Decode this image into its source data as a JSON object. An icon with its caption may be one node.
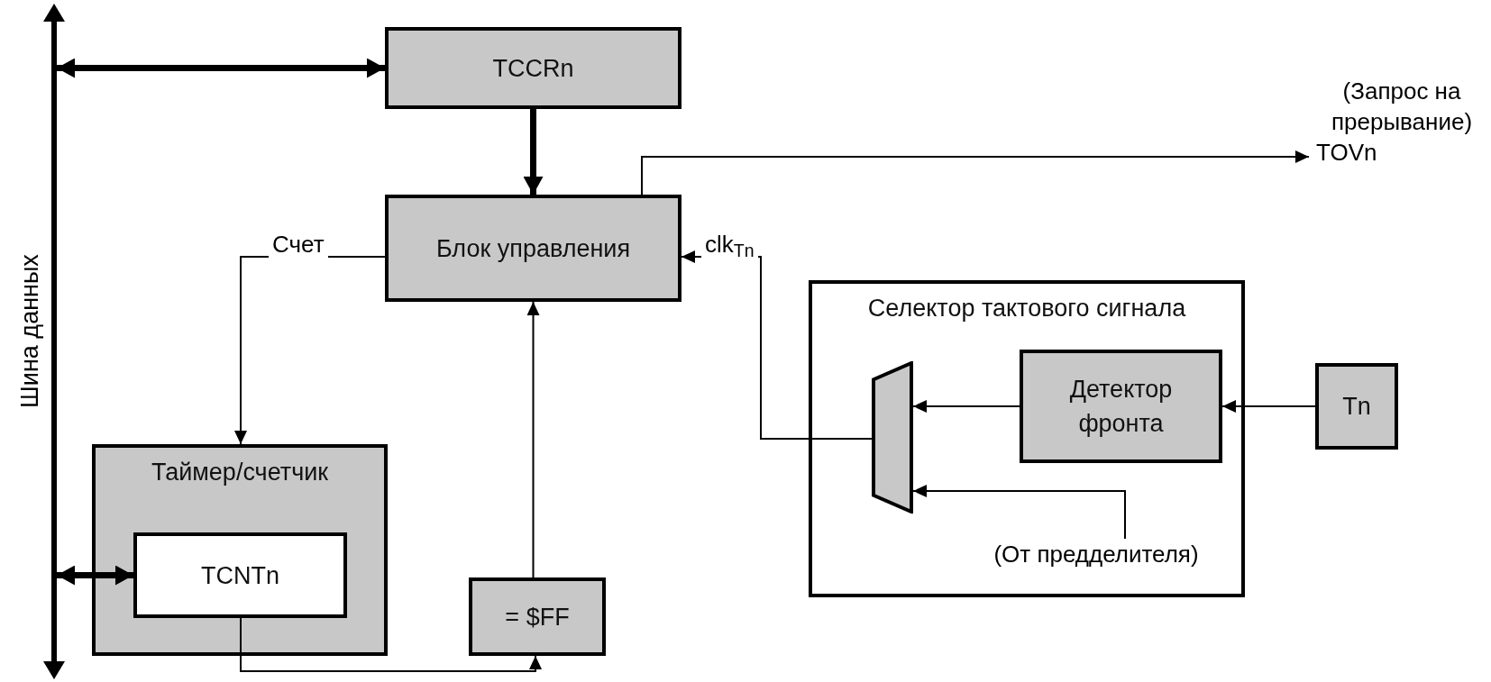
{
  "diagram": {
    "nodes": [
      {
        "text": [],
        "shape": "bar",
        "beside": [
          "Шина данных"
        ]
      },
      {
        "text": [
          "TCCRn"
        ]
      },
      {
        "text": [
          "Блок управления"
        ]
      },
      {
        "text": [
          "(Запрос на прерывание)",
          "TOVn"
        ]
      },
      {
        "text": [
          "Таймер/счетчик"
        ]
      },
      {
        "text": [
          "TCNTn"
        ],
        "in": 4
      },
      {
        "text": [
          "= $FF"
        ]
      },
      {
        "text": [
          "Селектор тактового сигнала"
        ]
      },
      {
        "text": [],
        "shape": "trapezoid",
        "in": 7
      },
      {
        "text": [
          "Детектор фронта"
        ],
        "in": 7
      },
      {
        "text": [
          "Tn"
        ]
      },
      {
        "text": [
          "(От предделителя)"
        ],
        "in": 7
      }
    ],
    "edges": [
      {
        "from": 0,
        "to": 1,
        "arrow": "both",
        "style": "thick"
      },
      {
        "from": 1,
        "to": 2,
        "arrow": "to",
        "style": "thick"
      },
      {
        "from": 2,
        "to": 3,
        "arrow": "to"
      },
      {
        "from": 2,
        "to": 4,
        "arrow": "to",
        "label": "Счет"
      },
      {
        "from": 0,
        "to": 5,
        "arrow": "both",
        "style": "thick"
      },
      {
        "from": 5,
        "to": 6,
        "arrow": "to"
      },
      {
        "from": 6,
        "to": 2,
        "arrow": "to"
      },
      {
        "from": 8,
        "to": 2,
        "arrow": "to",
        "label": "clk$_{Tn}$"
      },
      {
        "from": 10,
        "to": 9,
        "arrow": "to"
      },
      {
        "from": 9,
        "to": 8,
        "arrow": "to"
      },
      {
        "from": 11,
        "to": 8,
        "arrow": "to"
      }
    ]
  }
}
